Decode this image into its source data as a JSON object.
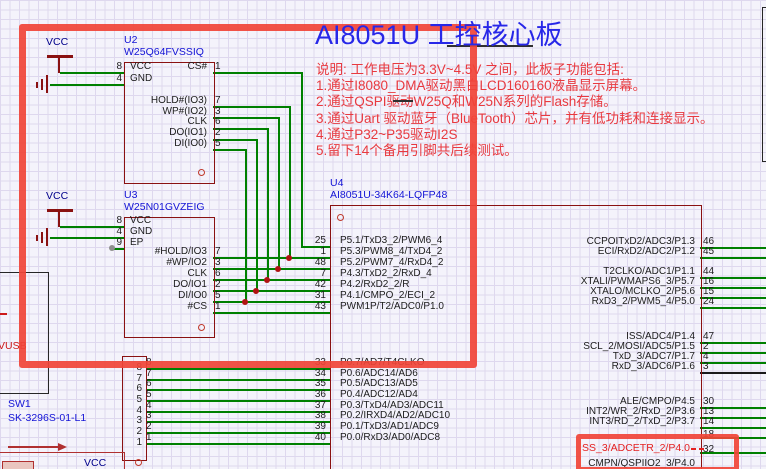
{
  "title": "AI8051U 工控核心板",
  "notes": [
    "说明: 工作电压为3.3V~4.5V 之间，此板子功能包括:",
    "1.通过I8080_DMA驱动黑白LCD160160液晶显示屏幕。",
    "2.通过QSPI驱动W25Q和W25N系列的Flash存储。",
    "3.通过Uart 驱动蓝牙（BlueTooth）芯片，并有低功耗和连接显示。",
    "4.通过P32~P35驱动I2S",
    "5.留下14个备用引脚共后续测试。"
  ],
  "u2": {
    "designator": "U2",
    "part": "W25Q64FVSSIQ",
    "left_pins": [
      {
        "num": "8",
        "name": "VCC"
      },
      {
        "num": "4",
        "name": "GND"
      }
    ],
    "cs_pin": [
      {
        "num": "1",
        "name": "CS#"
      }
    ],
    "right_pins": [
      {
        "num": "7",
        "name": "HOLD#(IO3)"
      },
      {
        "num": "3",
        "name": "WP#(IO2)"
      },
      {
        "num": "6",
        "name": "CLK"
      },
      {
        "num": "2",
        "name": "DO(IO1)"
      },
      {
        "num": "5",
        "name": "DI(IO0)"
      }
    ]
  },
  "u3": {
    "designator": "U3",
    "part": "W25N01GVZEIG",
    "left_pins": [
      {
        "num": "8",
        "name": "VCC"
      },
      {
        "num": "4",
        "name": "GND"
      },
      {
        "num": "9",
        "name": "EP"
      }
    ],
    "right_pins": [
      {
        "num": "7",
        "name": "#HOLD/IO3"
      },
      {
        "num": "3",
        "name": "#WP/IO2"
      },
      {
        "num": "6",
        "name": "CLK"
      },
      {
        "num": "2",
        "name": "DO/IO1"
      },
      {
        "num": "5",
        "name": "DI/IO0"
      },
      {
        "num": "1",
        "name": "#CS"
      }
    ]
  },
  "u4": {
    "designator": "U4",
    "part": "AI8051U-34K64-LQFP48",
    "left_top": [
      {
        "num": "25",
        "name": "P5.1/TxD3_2/PWM6_4"
      },
      {
        "num": "1",
        "name": "P5.3/PWM8_4/TxD4_2"
      },
      {
        "num": "48",
        "name": "P5.2/PWM7_4/RxD4_2"
      },
      {
        "num": "7",
        "name": "P4.3/TxD2_2/RxD_4"
      },
      {
        "num": "42",
        "name": "P4.2/RxD2_2/R"
      },
      {
        "num": "31",
        "name": "P4.1/CMPO_2/ECI_2"
      },
      {
        "num": "43",
        "name": "PWM1P/T2/ADC0/P1.0"
      }
    ],
    "left_bottom": [
      {
        "num": "33",
        "name": "P0.7/AD7/T4CLKO"
      },
      {
        "num": "34",
        "name": "P0.6/ADC14/AD6"
      },
      {
        "num": "35",
        "name": "P0.5/ADC13/AD5"
      },
      {
        "num": "36",
        "name": "P0.4/ADC12/AD4"
      },
      {
        "num": "37",
        "name": "P0.3/TxD4/AD3/ADC11"
      },
      {
        "num": "38",
        "name": "P0.2/IRXD4/AD2/ADC10"
      },
      {
        "num": "39",
        "name": "P0.1/TxD3/AD1/ADC9"
      },
      {
        "num": "40",
        "name": "P0.0/RxD3/AD0/ADC8"
      }
    ],
    "right_a": [
      {
        "num": "46",
        "name": "CCPOITxD2/ADC3/P1.3"
      },
      {
        "num": "45",
        "name": "ECI/RxD2/ADC2/P1.2"
      }
    ],
    "right_b": [
      {
        "num": "44",
        "name": "T2CLKO/ADC1/P1.1"
      },
      {
        "num": "16",
        "name": "XTALI/PWMAPS6_3/P5.7"
      },
      {
        "num": "15",
        "name": "XTALO/MCLKO_2/P5.6"
      },
      {
        "num": "24",
        "name": "RxD3_2/PWM5_4/P5.0"
      }
    ],
    "right_c": [
      {
        "num": "47",
        "name": "ISS/ADC4/P1.4"
      },
      {
        "num": "2",
        "name": "SCL_2/MOSI/ADC5/P1.5"
      },
      {
        "num": "4",
        "name": "TxD_3/ADC7/P1.7"
      },
      {
        "num": "3",
        "name": "RxD_3/ADC6/P1.6"
      }
    ],
    "right_d": [
      {
        "num": "30",
        "name": "ALE/CMPO/P4.5"
      },
      {
        "num": "13",
        "name": "INT2/WR_2/RxD_2/P3.6"
      },
      {
        "num": "14",
        "name": "INT3/RD_2/TxD_2/P3.7"
      }
    ],
    "right_hl": {
      "num": "18",
      "name": "SS_3/ADCETR_2/P4.0"
    },
    "right_e": {
      "num": "32",
      "name": "CMPN/QSPIIO2_3/P4.0"
    }
  },
  "connector": {
    "pins_out": [
      {
        "num": "8"
      },
      {
        "num": "7"
      },
      {
        "num": "6"
      },
      {
        "num": "5"
      },
      {
        "num": "4"
      },
      {
        "num": "3"
      },
      {
        "num": "2"
      },
      {
        "num": "1"
      }
    ],
    "pins_in": [
      {
        "num": "8"
      },
      {
        "num": "7"
      },
      {
        "num": "6"
      },
      {
        "num": "5"
      },
      {
        "num": "4"
      },
      {
        "num": "3"
      },
      {
        "num": "2"
      },
      {
        "num": "1"
      }
    ]
  },
  "sw1": {
    "designator": "SW1",
    "part": "SK-3296S-01-L1"
  },
  "power": {
    "vcc": "VCC",
    "vusb": "VUSB"
  },
  "colors": {
    "wire_green": "#008000",
    "component_outline": "#8a1111",
    "annotation_red": "#f04437",
    "designator_blue": "#1313d6",
    "note_red": "#e8393f",
    "highlight_red": "#e42222"
  }
}
